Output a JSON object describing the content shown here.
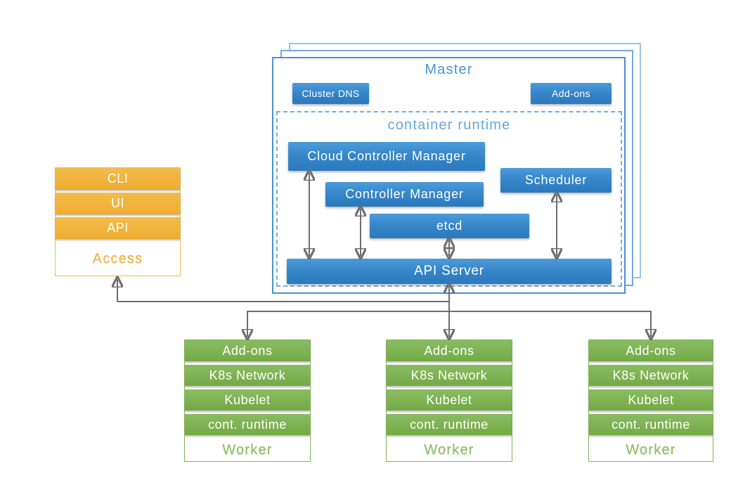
{
  "master": {
    "title": "Master",
    "cluster_dns_label": "Cluster DNS",
    "addons_label": "Add-ons",
    "container_runtime_label": "container runtime",
    "cloud_controller_manager_label": "Cloud Controller Manager",
    "controller_manager_label": "Controller Manager",
    "etcd_label": "etcd",
    "scheduler_label": "Scheduler",
    "api_server_label": "API Server"
  },
  "access": {
    "rows": [
      "CLI",
      "UI",
      "API"
    ],
    "label": "Access"
  },
  "workers": [
    {
      "rows": [
        "Add-ons",
        "K8s Network",
        "Kubelet",
        "cont. runtime"
      ],
      "label": "Worker"
    },
    {
      "rows": [
        "Add-ons",
        "K8s Network",
        "Kubelet",
        "cont. runtime"
      ],
      "label": "Worker"
    },
    {
      "rows": [
        "Add-ons",
        "K8s Network",
        "Kubelet",
        "cont. runtime"
      ],
      "label": "Worker"
    }
  ],
  "colors": {
    "blue_top": "#4c9bd9",
    "blue_bottom": "#2b79bd",
    "blue_text": "#4a95d1",
    "light_blue_text": "#64a8dc",
    "green_text": "#8bbd60",
    "orange_text": "#f0b541",
    "arrow": "#6e6e6e"
  }
}
